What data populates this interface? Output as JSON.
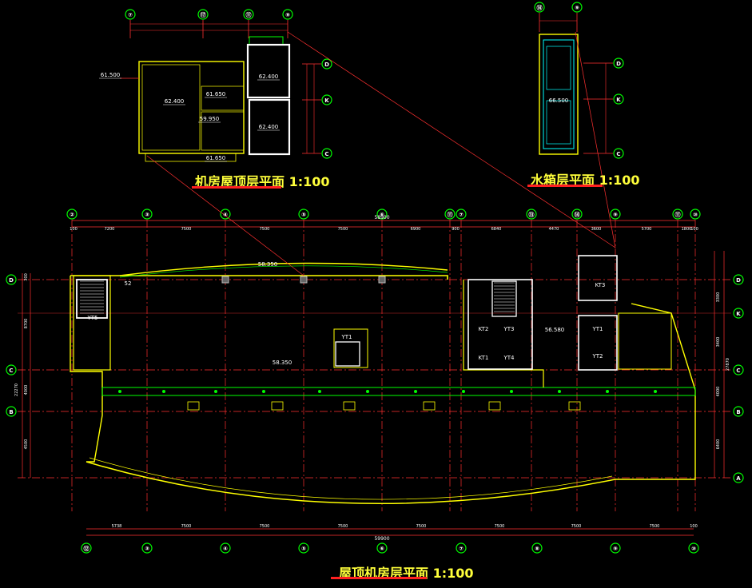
{
  "titles": {
    "machine_roof": "机房屋顶层平面 1:100",
    "water_tank": "水箱层平面 1:100",
    "roof_machine": "屋顶机房层平面 1:100"
  },
  "colors": {
    "background": "#000000",
    "axis_bubble": "#00ff00",
    "grid_line": "#ff3030",
    "wall_outline": "#ffff00",
    "dimension": "#ff3030",
    "text": "#ffff66",
    "tank_outline": "#00ffff",
    "title_underline": "#ff2020"
  },
  "machine_roof_plan": {
    "axis_top": [
      "⑦",
      "⑰",
      "⑪",
      "⑨"
    ],
    "axis_right": [
      "D",
      "K",
      "C"
    ],
    "elevations": [
      "61.500",
      "62.400",
      "61.650",
      "59.950",
      "61.650",
      "62.400",
      "62.400"
    ]
  },
  "water_tank_plan": {
    "axis_top": [
      "⑭",
      "⑨"
    ],
    "axis_right": [
      "D",
      "K",
      "C"
    ],
    "elevations": [
      "66.500"
    ]
  },
  "main_plan": {
    "axis_top": [
      "②",
      "③",
      "④",
      "⑤",
      "⑥",
      "⑪",
      "⑦",
      "⑬",
      "⑭",
      "⑨",
      "⑪",
      "⑩"
    ],
    "axis_bottom": [
      "⑫",
      "③",
      "④",
      "⑤",
      "⑥",
      "⑦",
      "⑧",
      "⑨",
      "⑩"
    ],
    "axis_left": [
      "D",
      "C",
      "B"
    ],
    "axis_right": [
      "D",
      "K",
      "C",
      "B",
      "A"
    ],
    "overall_top": "58900",
    "overall_bottom": "59900",
    "dims_top": [
      "100",
      "7200",
      "7500",
      "7500",
      "7500",
      "6900",
      "900",
      "6840",
      "4470",
      "3600",
      "5700",
      "1800",
      "100"
    ],
    "dims_bottom": [
      "5738",
      "7500",
      "7500",
      "7500",
      "7500",
      "7500",
      "7500",
      "7500",
      "100"
    ],
    "dims_left": [
      "300",
      "8700",
      "22270",
      "4000",
      "4500"
    ],
    "dims_right": [
      "3300",
      "3400",
      "27870",
      "4000",
      "6400"
    ],
    "elevations": [
      "58.350",
      "58.350",
      "56.580"
    ],
    "elevators": [
      "YT5",
      "YT1",
      "KT2",
      "YT3",
      "KT1",
      "YT4",
      "KT3",
      "YT1",
      "YT2"
    ],
    "room_label": "52"
  }
}
